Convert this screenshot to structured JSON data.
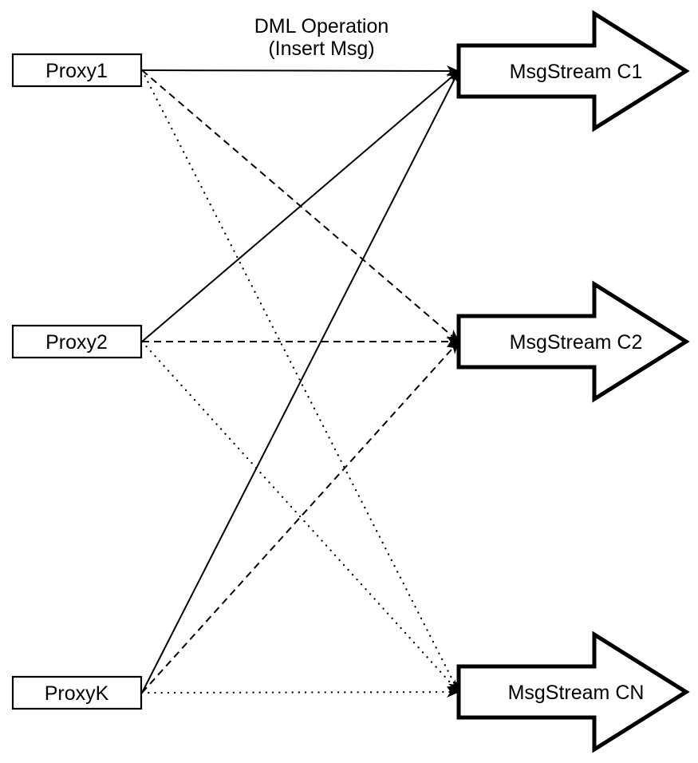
{
  "diagram": {
    "edge_label": {
      "line1": "DML Operation",
      "line2": "(Insert Msg)"
    },
    "proxies": [
      {
        "id": "proxy1",
        "label": "Proxy1"
      },
      {
        "id": "proxy2",
        "label": "Proxy2"
      },
      {
        "id": "proxyk",
        "label": "ProxyK"
      }
    ],
    "streams": [
      {
        "id": "c1",
        "label": "MsgStream C1"
      },
      {
        "id": "c2",
        "label": "MsgStream C2"
      },
      {
        "id": "cn",
        "label": "MsgStream CN"
      }
    ],
    "edges": [
      {
        "from": "proxy1",
        "to": "c1",
        "style": "solid"
      },
      {
        "from": "proxy1",
        "to": "c2",
        "style": "dashed"
      },
      {
        "from": "proxy1",
        "to": "cn",
        "style": "dotted"
      },
      {
        "from": "proxy2",
        "to": "c1",
        "style": "solid"
      },
      {
        "from": "proxy2",
        "to": "c2",
        "style": "dashed"
      },
      {
        "from": "proxy2",
        "to": "cn",
        "style": "dotted"
      },
      {
        "from": "proxyk",
        "to": "c1",
        "style": "solid"
      },
      {
        "from": "proxyk",
        "to": "c2",
        "style": "dashed"
      },
      {
        "from": "proxyk",
        "to": "cn",
        "style": "dotted"
      }
    ],
    "colors": {
      "stroke": "#000000",
      "fill": "#ffffff"
    }
  }
}
